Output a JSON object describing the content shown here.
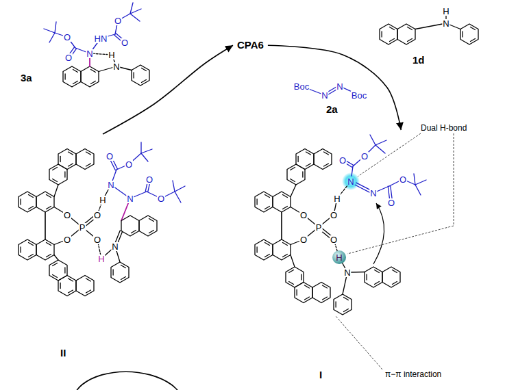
{
  "diagram": {
    "nodes": [
      {
        "text": [
          "3a"
        ]
      },
      {
        "text": [
          "CPA6"
        ]
      },
      {
        "text": [
          "1d"
        ]
      },
      {
        "text": [
          "2a"
        ]
      },
      {
        "text": [
          "II"
        ]
      },
      {
        "text": [
          "I"
        ]
      }
    ],
    "edges": [
      {
        "from": 1,
        "to": 5,
        "arrow": "to"
      },
      {
        "from": 5,
        "to": 4,
        "arrow": "to"
      },
      {
        "from": 4,
        "to": 1,
        "arrow": "to"
      }
    ],
    "labels": [
      "O",
      "O",
      "HN",
      "O",
      "N",
      "H",
      "O",
      "N",
      "H",
      "N",
      "Boc",
      "N",
      "N",
      "Boc",
      "Dual H-bond",
      "O",
      "O",
      "O",
      "N",
      "N",
      "O",
      "H",
      "O",
      "O",
      "P",
      "O",
      "O",
      "N",
      "H",
      "O",
      "O",
      "O",
      "N",
      "N",
      "H",
      "O",
      "O",
      "O",
      "P",
      "O",
      "O",
      "H",
      "N",
      "π−π interaction"
    ]
  }
}
